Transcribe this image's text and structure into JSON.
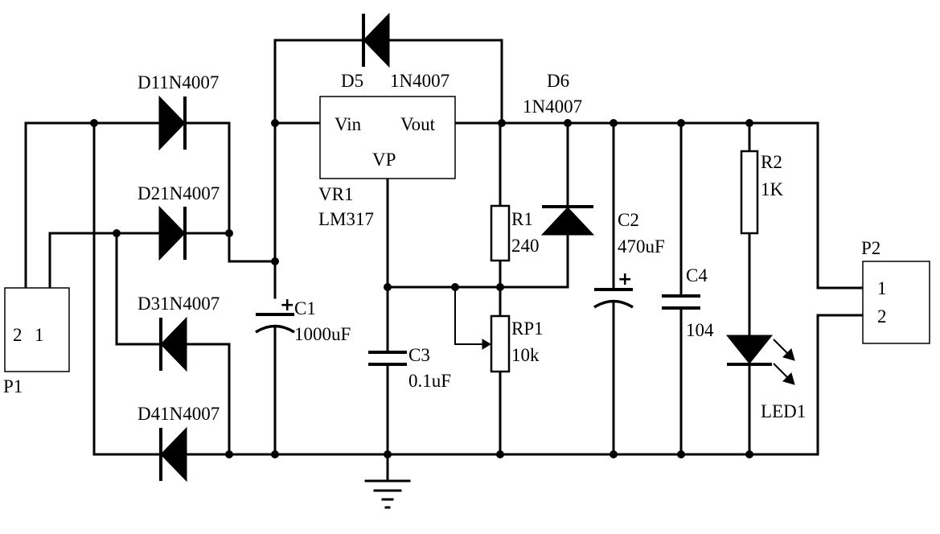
{
  "components": {
    "D1": {
      "label": "D11N4007"
    },
    "D2": {
      "label": "D21N4007"
    },
    "D3": {
      "label": "D31N4007"
    },
    "D4": {
      "label": "D41N4007"
    },
    "D5": {
      "ref": "D5",
      "value": "1N4007"
    },
    "D6": {
      "ref": "D6",
      "value": "1N4007"
    },
    "VR1": {
      "ref": "VR1",
      "value": "LM317",
      "pin_in": "Vin",
      "pin_out": "Vout",
      "pin_adj": "VP"
    },
    "C1": {
      "ref": "C1",
      "value": "1000uF",
      "polarity": "+"
    },
    "C2": {
      "ref": "C2",
      "value": "470uF",
      "polarity": "+"
    },
    "C3": {
      "ref": "C3",
      "value": "0.1uF"
    },
    "C4": {
      "ref": "C4",
      "value": "104"
    },
    "R1": {
      "ref": "R1",
      "value": "240"
    },
    "R2": {
      "ref": "R2",
      "value": "1K"
    },
    "RP1": {
      "ref": "RP1",
      "value": "10k"
    },
    "LED1": {
      "ref": "LED1"
    },
    "P1": {
      "ref": "P1",
      "pin_a": "2",
      "pin_b": "1"
    },
    "P2": {
      "ref": "P2",
      "pin_a": "1",
      "pin_b": "2"
    }
  }
}
